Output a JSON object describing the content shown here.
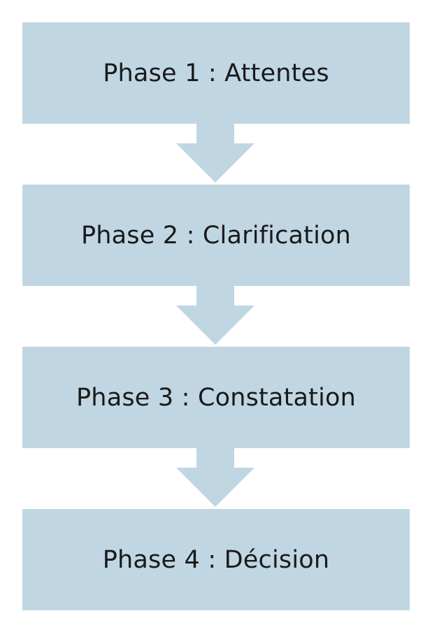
{
  "diagram": {
    "fill_color": "#c0d6e3",
    "text_color": "#1a1a1a",
    "phases": [
      {
        "label": "Phase 1 : Attentes"
      },
      {
        "label": "Phase 2 : Clarification"
      },
      {
        "label": "Phase 3 : Constatation"
      },
      {
        "label": "Phase 4 : Décision"
      }
    ]
  }
}
